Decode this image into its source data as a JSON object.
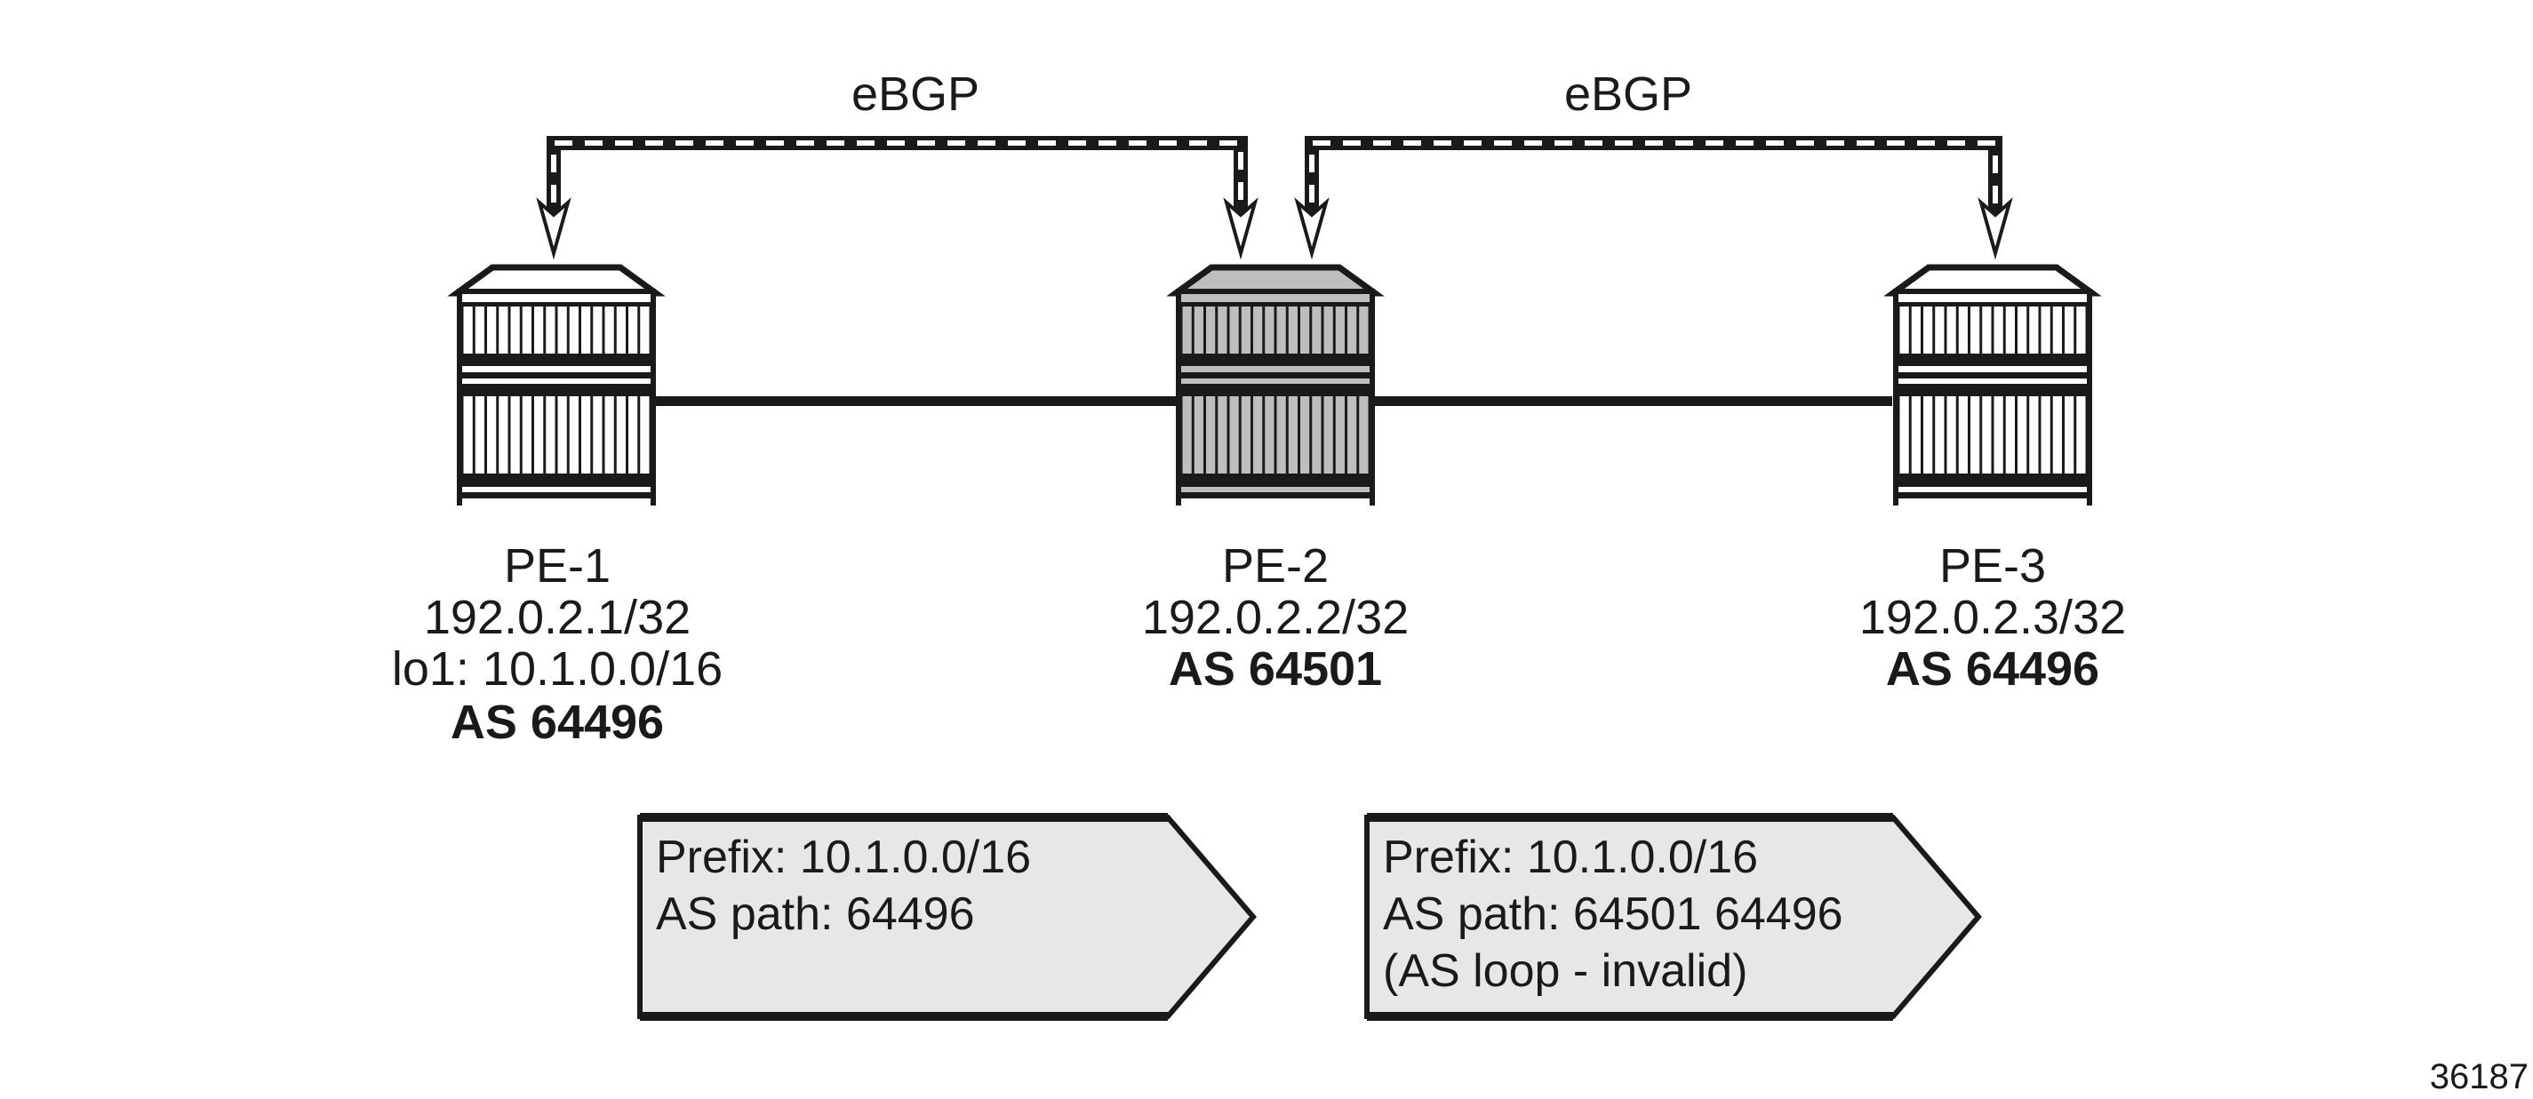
{
  "sessions": [
    {
      "label": "eBGP"
    },
    {
      "label": "eBGP"
    }
  ],
  "routers": [
    {
      "name": "PE-1",
      "ip": "192.0.2.1/32",
      "extra": "lo1: 10.1.0.0/16",
      "as": "AS 64496",
      "fill": "#ffffff"
    },
    {
      "name": "PE-2",
      "ip": "192.0.2.2/32",
      "as": "AS 64501",
      "fill": "#bcbec0"
    },
    {
      "name": "PE-3",
      "ip": "192.0.2.3/32",
      "as": "AS 64496",
      "fill": "#ffffff"
    }
  ],
  "callouts": [
    {
      "lines": [
        "Prefix: 10.1.0.0/16",
        "AS path: 64496"
      ]
    },
    {
      "lines": [
        "Prefix: 10.1.0.0/16",
        "AS path: 64501 64496",
        "(AS loop - invalid)"
      ]
    }
  ],
  "figure_id": "36187",
  "colors": {
    "callout_fill": "#e6e7e8",
    "line": "#1a1a1a"
  }
}
